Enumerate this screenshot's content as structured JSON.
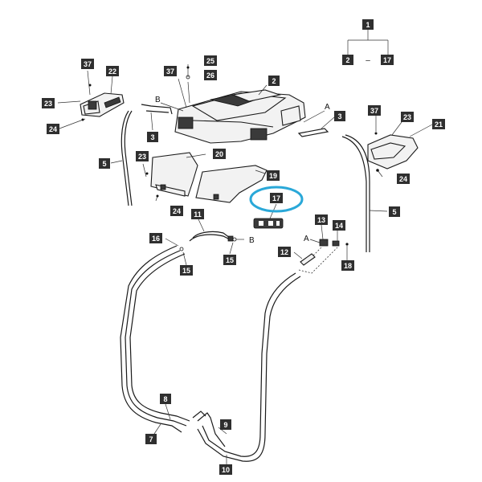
{
  "diagram": {
    "highlight_color": "#2aa8d8",
    "callout_color": "#2f2f2f",
    "group_label": {
      "top": "1",
      "left": "2",
      "dash": "–",
      "right": "17"
    },
    "callouts": {
      "c37a": "37",
      "c22": "22",
      "c23a": "23",
      "c24a": "24",
      "c37b": "37",
      "c25": "25",
      "c26": "26",
      "c2": "2",
      "c3a": "3",
      "c3b": "3",
      "c5a": "5",
      "c5b": "5",
      "c23b": "23",
      "c20": "20",
      "c19": "19",
      "c24b": "24",
      "c17": "17",
      "c37c": "37",
      "c23c": "23",
      "c21": "21",
      "c24c": "24",
      "c11": "11",
      "c16": "16",
      "c15a": "15",
      "c15b": "15",
      "c13": "13",
      "c14": "14",
      "c12": "12",
      "c18": "18",
      "c8": "8",
      "c7": "7",
      "c9": "9",
      "c10": "10"
    },
    "letters": {
      "b1": "B",
      "a1": "A",
      "b2": "B",
      "a2": "A"
    }
  }
}
